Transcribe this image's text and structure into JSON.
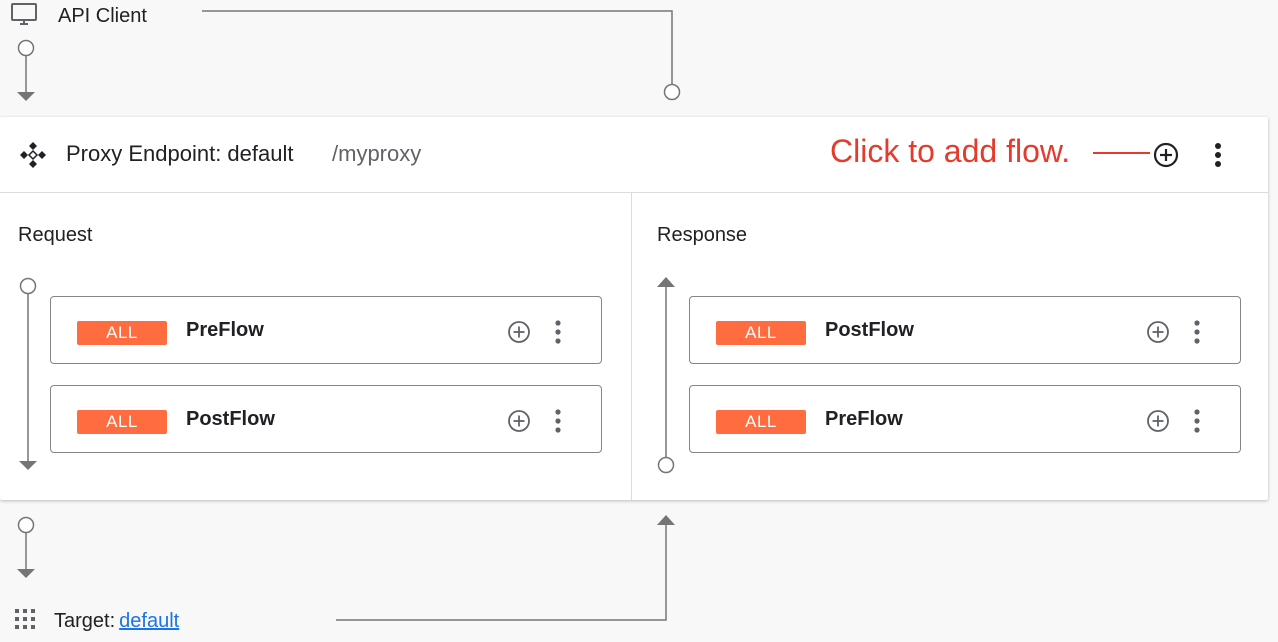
{
  "api_client": {
    "label": "API Client",
    "icon": "monitor-icon"
  },
  "proxy_endpoint": {
    "title": "Proxy Endpoint: default",
    "path": "/myproxy",
    "callout": "Click to add flow.",
    "icon": "proxy-endpoint-icon",
    "add_icon": "add-circle-icon",
    "menu_icon": "more-vert-icon"
  },
  "request": {
    "label": "Request",
    "flows": [
      {
        "badge": "ALL",
        "name": "PreFlow"
      },
      {
        "badge": "ALL",
        "name": "PostFlow"
      }
    ]
  },
  "response": {
    "label": "Response",
    "flows": [
      {
        "badge": "ALL",
        "name": "PostFlow"
      },
      {
        "badge": "ALL",
        "name": "PreFlow"
      }
    ]
  },
  "target": {
    "prefix": "Target:",
    "link": "default",
    "icon": "apps-grid-icon"
  },
  "colors": {
    "badge": "#ff6c40",
    "callout": "#e53b2c",
    "link": "#1a73e8",
    "connector": "#757575"
  }
}
